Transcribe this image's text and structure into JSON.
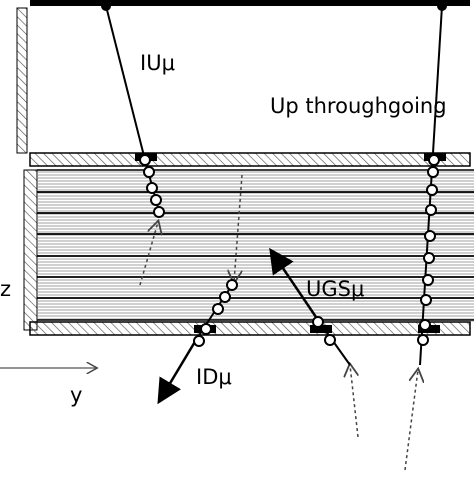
{
  "labels": {
    "iu": "IUμ",
    "up_throughgoing": "Up throughgoing",
    "ugs": "UGSμ",
    "id": "IDμ",
    "axis_z": "z",
    "axis_y": "y"
  },
  "colors": {
    "ink": "#000000",
    "background": "#ffffff",
    "hatch": "#555555"
  }
}
